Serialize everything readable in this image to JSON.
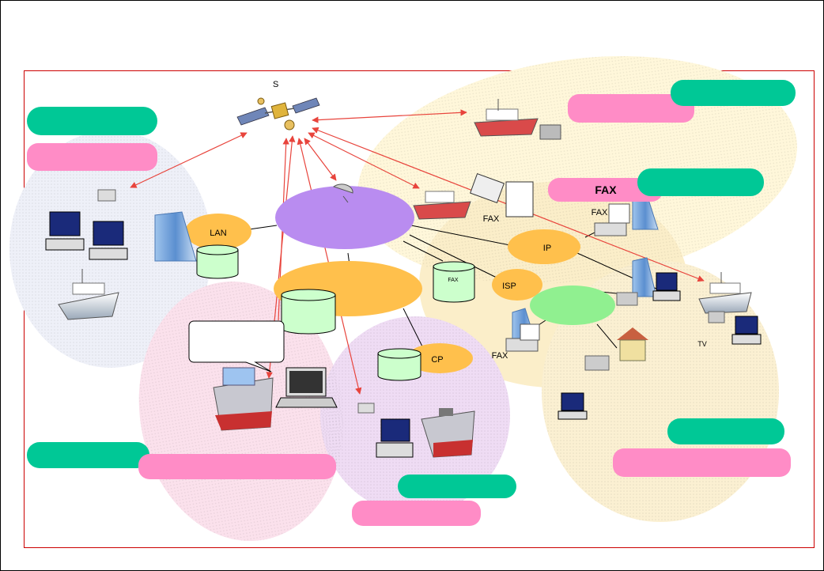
{
  "labels": {
    "satellite": "S",
    "lan": "LAN",
    "ip": "IP",
    "isp": "ISP",
    "cp": "CP",
    "fax_small_db": "FAX",
    "fax_callout": "FAX",
    "fax_doc": "FAX",
    "fax_bldg_right": "FAX",
    "fax_bldg_left": "FAX",
    "tv": "TV"
  },
  "colors": {
    "frame": "#000000",
    "inner_border": "#cc0000",
    "arrow": "#e8443c",
    "green_pill": "#00c896",
    "pink_pill": "#ff8cc6",
    "orange_node": "#ffc04c",
    "purple_node": "#b98cf0",
    "light_green_node": "#90f090",
    "db_fill": "#ccffcc"
  }
}
